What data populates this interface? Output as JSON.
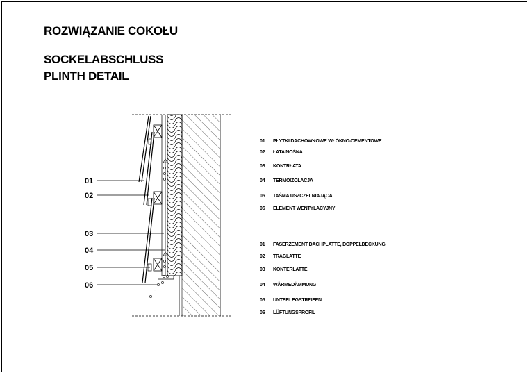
{
  "titles": {
    "pl": "ROZWIĄZANIE COKOŁU",
    "de": "SOCKELABSCHLUSS",
    "en": "PLINTH DETAIL"
  },
  "callouts": [
    "01",
    "02",
    "03",
    "04",
    "05",
    "06"
  ],
  "legend_pl": [
    {
      "num": "01",
      "text": "PŁYTKI DACHÓWKOWE WŁÓKNO-CEMENTOWE"
    },
    {
      "num": "02",
      "text": "ŁATA NOŚNA"
    },
    {
      "num": "03",
      "text": "KONTRŁATA"
    },
    {
      "num": "04",
      "text": "TERMOIZOLACJA"
    },
    {
      "num": "05",
      "text": "TAŚMA USZCZELNIAJĄCA"
    },
    {
      "num": "06",
      "text": "ELEMENT WENTYLACYJNY"
    }
  ],
  "legend_de": [
    {
      "num": "01",
      "text": "FASERZEMENT DACHPLATTE, DOPPELDECKUNG"
    },
    {
      "num": "02",
      "text": "TRAGLATTE"
    },
    {
      "num": "03",
      "text": "KONTERLATTE"
    },
    {
      "num": "04",
      "text": "WÄRMEDÄMMUNG"
    },
    {
      "num": "05",
      "text": "UNTERLEGSTREIFEN"
    },
    {
      "num": "06",
      "text": "LÜFTUNGSPROFIL"
    }
  ]
}
